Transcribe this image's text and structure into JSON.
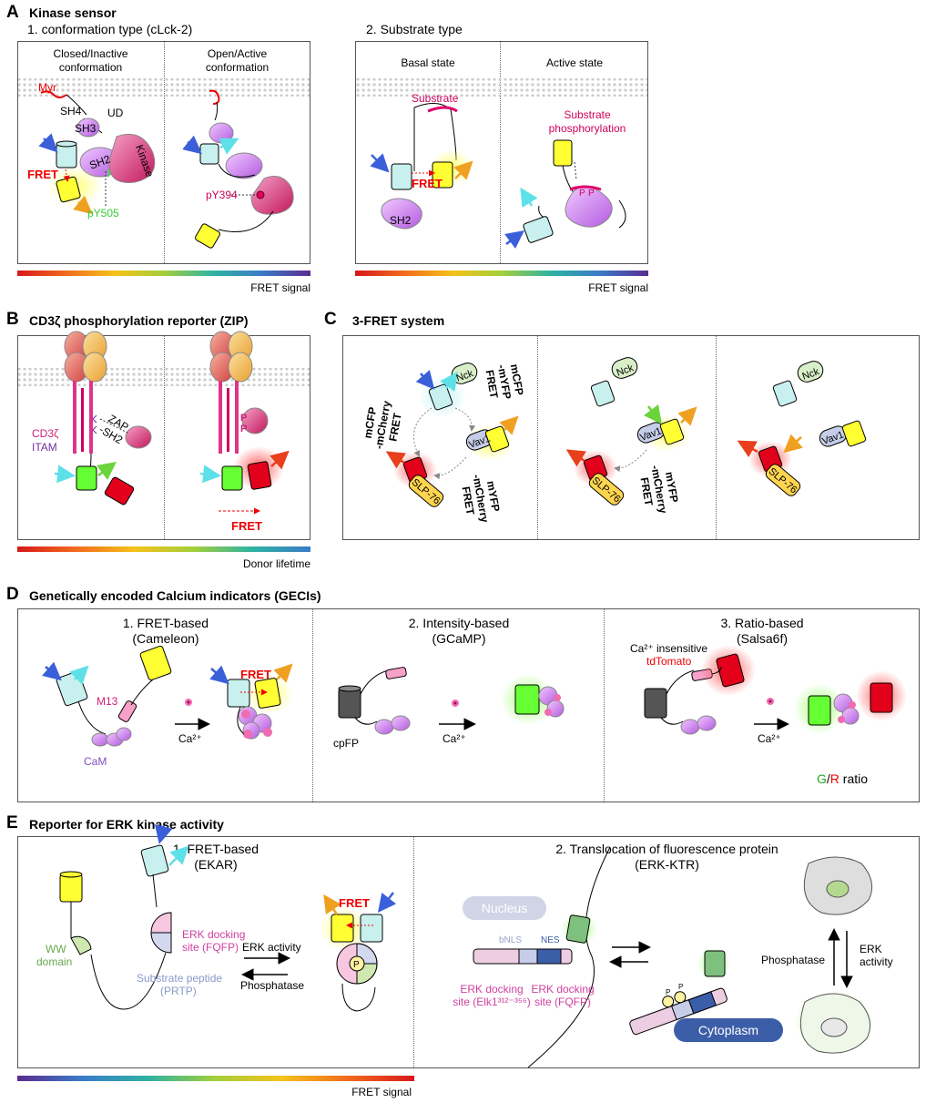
{
  "panel_a": {
    "label": "A",
    "title": "Kinase sensor",
    "sub1": "1. conformation type (cLck-2)",
    "sub2": "2. Substrate type",
    "col1": "Closed/Inactive\nconformation",
    "col2": "Open/Active\nconformation",
    "col3": "Basal state",
    "col4": "Active state",
    "labels": {
      "myr": "Myr",
      "sh4": "SH4",
      "ud": "UD",
      "sh3": "SH3",
      "sh2": "SH2",
      "kinase": "Kinase",
      "fret": "FRET",
      "py505": "pY505",
      "py394": "pY394",
      "substrate": "Substrate",
      "substrate_phos": "Substrate\nphosphorylation",
      "sh2b": "SH2",
      "fretb": "FRET",
      "p1": "P",
      "p2": "P"
    },
    "bar1_label": "FRET signal",
    "bar2_label": "FRET signal"
  },
  "panel_b": {
    "label": "B",
    "title": "CD3ζ phosphorylation reporter (ZIP)",
    "cd3": "CD3ζ",
    "itam": "ITAM",
    "zap": "ZAP\n-SH2",
    "p1": "P",
    "p2": "P",
    "fret": "FRET",
    "bar_label": "Donor lifetime"
  },
  "panel_c": {
    "label": "C",
    "title": "3-FRET system",
    "nck": "Nck",
    "vav1": "Vav1",
    "slp76": "SLP-76",
    "mcfp_mcherry": "mCFP\n-mCherry\nFRET",
    "mcfp_myfp": "mCFP\n-mYFP\nFRET",
    "myfp_mcherry": "mYFP\n-mCherry\nFRET"
  },
  "panel_d": {
    "label": "D",
    "title": "Genetically encoded Calcium indicators (GECIs)",
    "s1": "1. FRET-based\n(Cameleon)",
    "s2": "2. Intensity-based\n(GCaMP)",
    "s3": "3. Ratio-based\n(Salsa6f)",
    "m13": "M13",
    "cam": "CaM",
    "ca1": "Ca²⁺",
    "ca2": "Ca²⁺",
    "ca3": "Ca²⁺",
    "fret": "FRET",
    "cpfp": "cpFP",
    "insens": "Ca²⁺ insensitive",
    "tdtomato": "tdTomato",
    "ratio_g": "G",
    "ratio_sep": "/",
    "ratio_r": "R",
    "ratio_txt": " ratio"
  },
  "panel_e": {
    "label": "E",
    "title": "Reporter for ERK kinase activity",
    "s1": "1. FRET-based\n(EKAR)",
    "s2": "2. Translocation of fluorescence protein\n(ERK-KTR)",
    "ww": "WW\ndomain",
    "docking": "ERK docking\nsite (FQFP)",
    "substrate": "Substrate peptide\n(PRTP)",
    "erk_activity": "ERK activity",
    "phosphatase": "Phosphatase",
    "fret": "FRET",
    "p": "P",
    "nucleus": "Nucleus",
    "cytoplasm": "Cytoplasm",
    "bnls": "bNLS",
    "nes": "NES",
    "dock_elk": "ERK docking\nsite (Elk1³¹²⁻³⁵⁶)",
    "dock_fqfp": "ERK docking\nsite (FQFP)",
    "phosphatase2": "Phosphatase",
    "erk_activity2": "ERK\nactivity",
    "pp1": "P",
    "pp2": "P",
    "bar_label": "FRET signal"
  },
  "colors": {
    "cyan": "#c8f0ee",
    "yellow": "#ffff33",
    "red": "#e3001b",
    "green": "#66ff33",
    "magenta": "#d1378f",
    "purple": "#c9a0e6",
    "crimson": "#e3005a"
  }
}
